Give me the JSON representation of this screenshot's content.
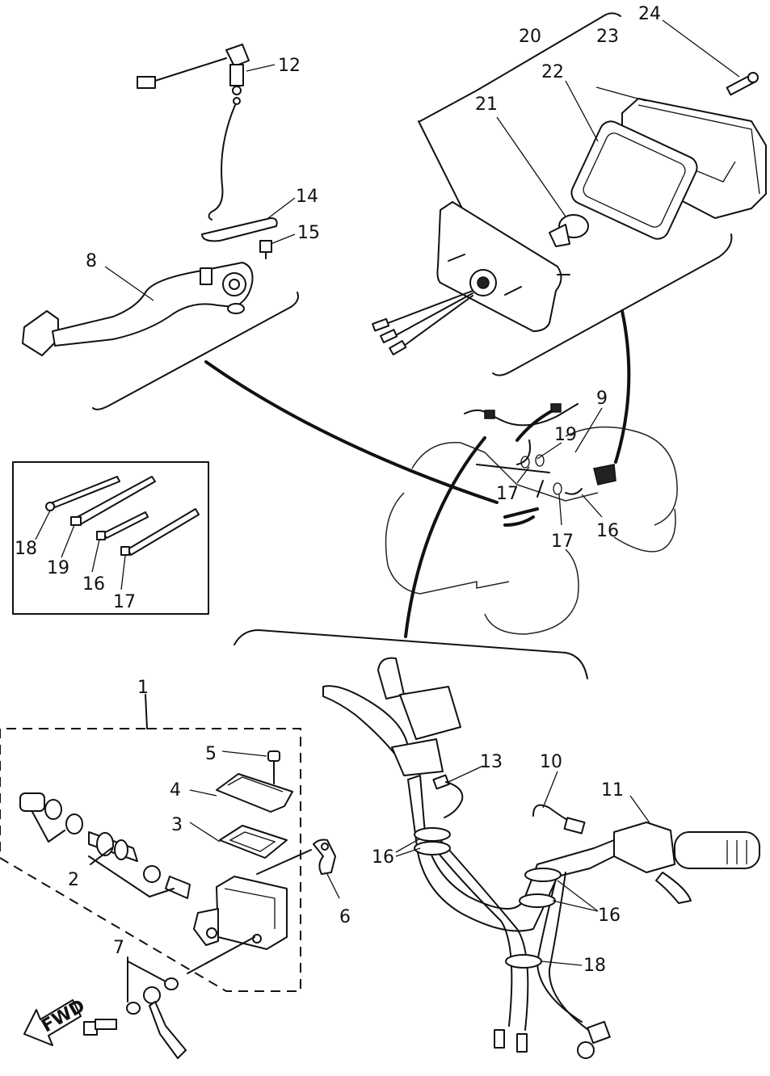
{
  "callouts": {
    "c1": "1",
    "c2": "2",
    "c3": "3",
    "c4": "4",
    "c5": "5",
    "c6": "6",
    "c7": "7",
    "c8": "8",
    "c9": "9",
    "c10": "10",
    "c11": "11",
    "c12": "12",
    "c13": "13",
    "c14": "14",
    "c15": "15",
    "c16a": "16",
    "c16b": "16",
    "c16c": "16",
    "c17a": "17",
    "c17b": "17",
    "c18": "18",
    "c19": "19",
    "c20": "20",
    "c21": "21",
    "c22": "22",
    "c23": "23",
    "c24": "24"
  },
  "inset": {
    "l18": "18",
    "l19": "19",
    "l16": "16",
    "l17": "17"
  },
  "fwd_arrow": {
    "label": "FWD"
  }
}
